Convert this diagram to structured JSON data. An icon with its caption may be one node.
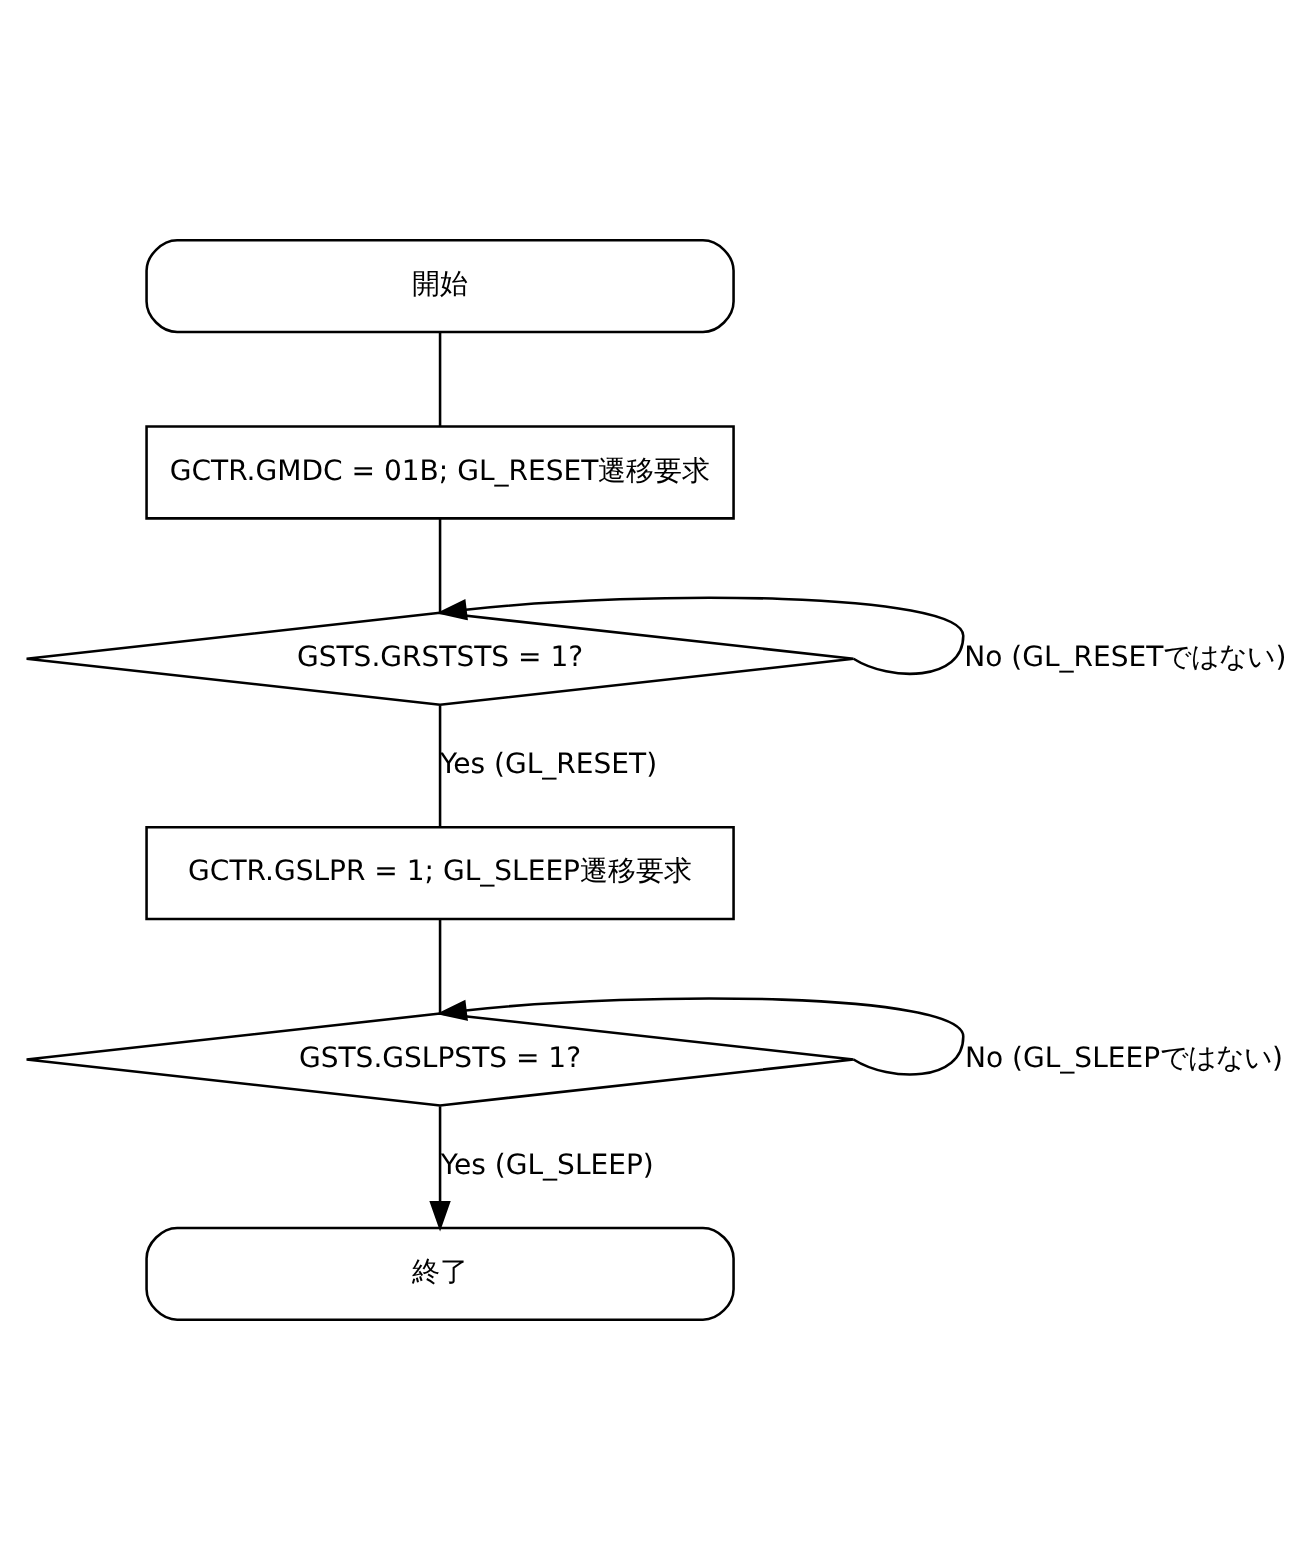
{
  "diagram": {
    "nodes": [
      {
        "text": [
          "開始"
        ]
      },
      {
        "text": [
          "GCTR.GMDC = 01B; GL_RESET遷移要求"
        ]
      },
      {
        "text": [
          "GSTS.GRSTSTS = 1?"
        ]
      },
      {
        "text": [
          "GCTR.GSLPR = 1; GL_SLEEP遷移要求"
        ]
      },
      {
        "text": [
          "GSTS.GSLPSTS = 1?"
        ]
      },
      {
        "text": [
          "終了"
        ]
      }
    ],
    "edges": [
      {
        "from": 0,
        "to": 1,
        "arrow": "none"
      },
      {
        "from": 1,
        "to": 2,
        "arrow": "none"
      },
      {
        "from": 2,
        "to": 2,
        "arrow": "to",
        "label": "No (GL_RESETではない)"
      },
      {
        "from": 2,
        "to": 3,
        "arrow": "none",
        "label": "Yes (GL_RESET)"
      },
      {
        "from": 3,
        "to": 4,
        "arrow": "none"
      },
      {
        "from": 4,
        "to": 4,
        "arrow": "to",
        "label": "No (GL_SLEEPではない)"
      },
      {
        "from": 4,
        "to": 5,
        "arrow": "to",
        "label": "Yes (GL_SLEEP)"
      }
    ]
  }
}
